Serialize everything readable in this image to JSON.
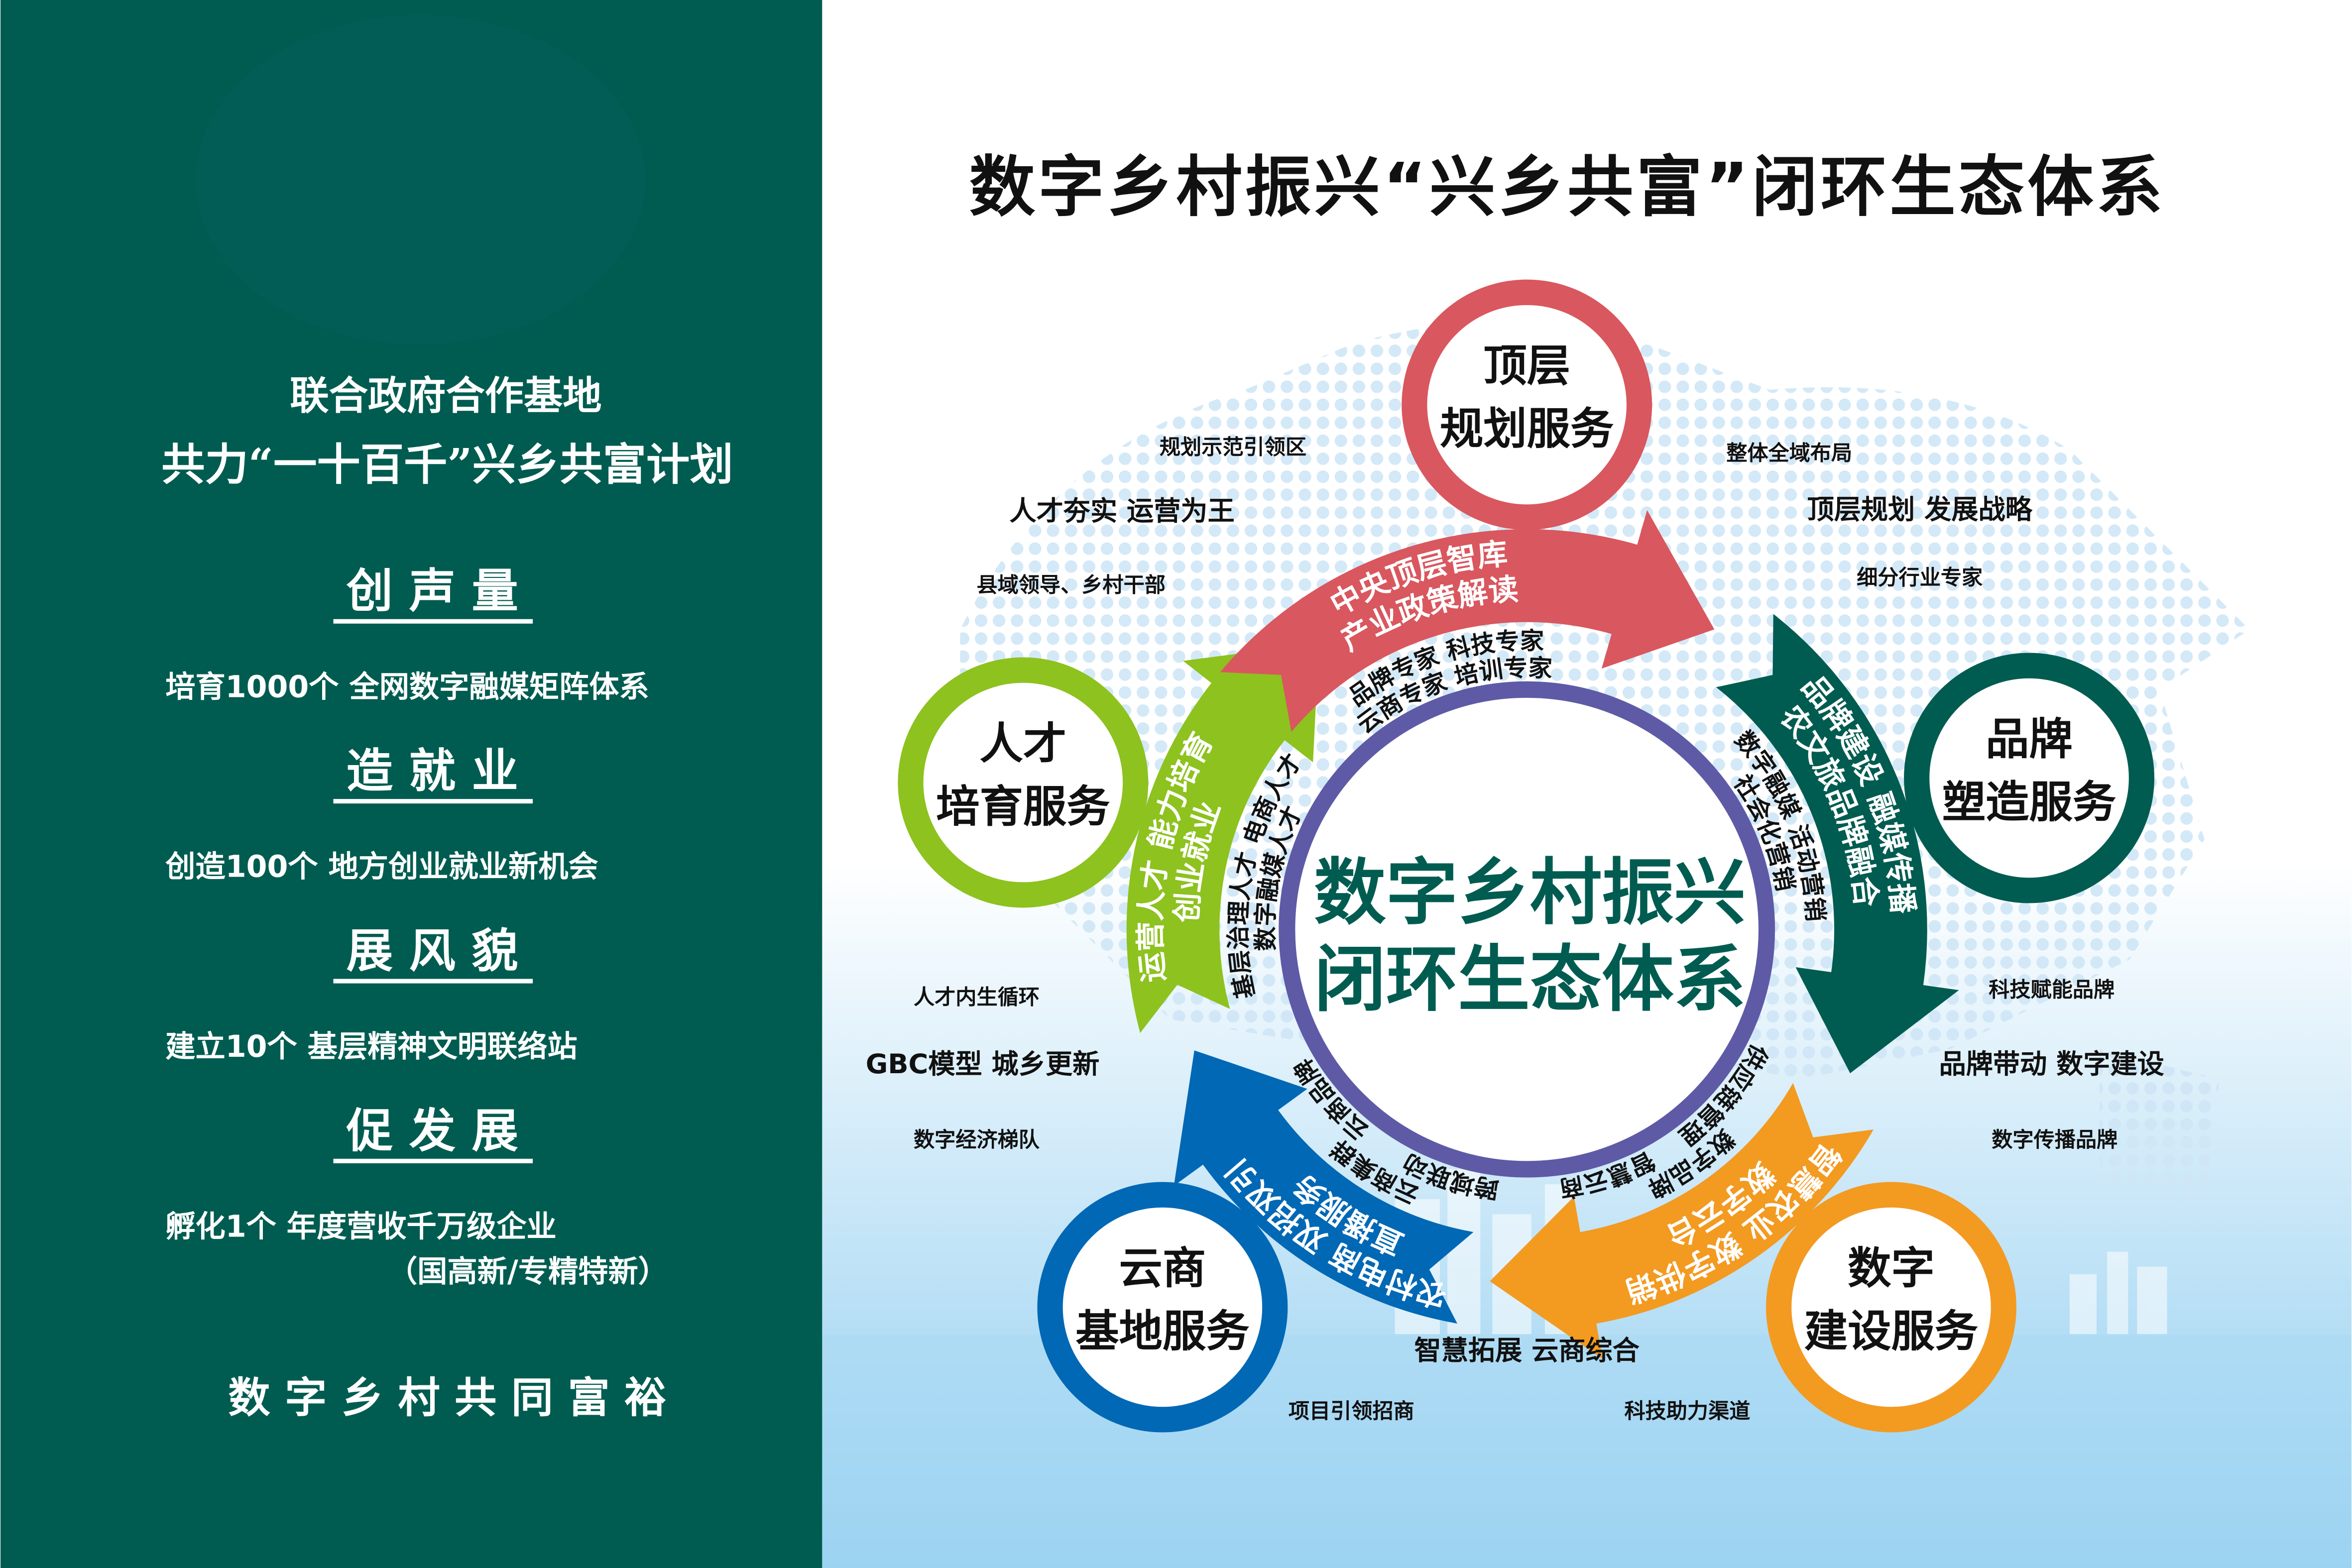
{
  "colors": {
    "left_panel": "#005c50",
    "center_ring": "#5e5aa6",
    "center_text": "#005c50",
    "red": "#d9575e",
    "green": "#8dc21f",
    "teal": "#005c50",
    "blue": "#0068b5",
    "orange": "#f39a21",
    "dots": "#cfe6f6"
  },
  "left_panel": {
    "subtitle1": "联合政府合作基地",
    "subtitle2": "共力“一十百千”兴乡共富计划",
    "sections": [
      {
        "heading": "创 声 量",
        "lines": [
          "培育1000个  全网数字融媒矩阵体系"
        ]
      },
      {
        "heading": "造 就 业",
        "lines": [
          "创造100个    地方创业就业新机会"
        ]
      },
      {
        "heading": "展 风 貌",
        "lines": [
          "建立10个      基层精神文明联络站"
        ]
      },
      {
        "heading": "促 发 展",
        "lines": [
          "孵化1个        年度营收千万级企业",
          "（国高新/专精特新）"
        ]
      }
    ],
    "slogan": "数 字 乡 村      共 同 富 裕"
  },
  "title": "数字乡村振兴“兴乡共富”闭环生态体系",
  "center": {
    "line1": "数字乡村振兴",
    "line2": "闭环生态体系"
  },
  "nodes": {
    "top": {
      "line1": "顶层",
      "line2": "规划服务"
    },
    "left": {
      "line1": "人才",
      "line2": "培育服务"
    },
    "right": {
      "line1": "品牌",
      "line2": "塑造服务"
    },
    "bottom_left": {
      "line1": "云商",
      "line2": "基地服务"
    },
    "bottom_right": {
      "line1": "数字",
      "line2": "建设服务"
    }
  },
  "arrows": {
    "red": {
      "outer": [
        "中央顶层智库",
        "产业政策解读"
      ],
      "inner": [
        "品牌专家  科技专家",
        "云商专家  培训专家"
      ]
    },
    "teal": {
      "outer": [
        "品牌建设  融媒传播",
        "农文旅品牌融合"
      ],
      "inner": [
        "数字融媒  活动营销",
        "社会化营销"
      ]
    },
    "orange": {
      "outer": [
        "智慧农业  数字供销",
        "数字云台"
      ],
      "inner": [
        "数字品牌",
        "供应链管理",
        "智慧云商"
      ]
    },
    "blue": {
      "outer": [
        "农村电商  双招双引",
        "直播服务"
      ],
      "inner": [
        "云商集群",
        "跨域联动",
        "云商品牌"
      ]
    },
    "green": {
      "outer": [
        "运营人才  能力培育",
        "创业就业"
      ],
      "inner": [
        "基层治理人才  电商人才",
        "数字融媒人才"
      ]
    }
  },
  "labels": {
    "top_left": [
      "规划示范引领区",
      "人才夯实 运营为王",
      "县域领导、乡村干部"
    ],
    "top_right": [
      "整体全域布局",
      "顶层规划 发展战略",
      "细分行业专家"
    ],
    "mid_left": [
      "人才内生循环",
      "GBC模型 城乡更新",
      "数字经济梯队"
    ],
    "mid_right": [
      "科技赋能品牌",
      "品牌带动 数字建设",
      "数字传播品牌"
    ],
    "bottom": [
      "智慧拓展 云商综合",
      "项目引领招商",
      "科技助力渠道"
    ]
  }
}
